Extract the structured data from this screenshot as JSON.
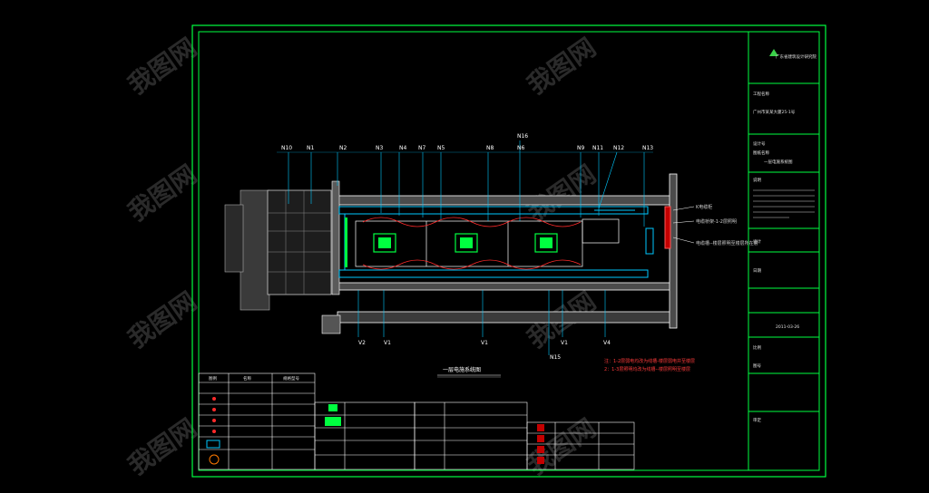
{
  "drawing": {
    "title": "一层电施系统图",
    "top_tags": [
      "N10",
      "N1",
      "N2",
      "N3",
      "N4",
      "N7",
      "N5",
      "N8",
      "N16",
      "N6",
      "N9",
      "N11",
      "N12",
      "N13"
    ],
    "bottom_tags": [
      "V2",
      "V1",
      "V1",
      "V1",
      "N15",
      "V4"
    ],
    "side_notes": [
      "K电缆柜",
      "电缆桥架-1-2层照明",
      "电缆槽--楼层照明至楼层所在层"
    ],
    "red_notes": [
      "注：1-2层弱电均改为线槽-楼层弱电井至楼层",
      "2：1-3层照明均改为线槽--楼层照明至楼层"
    ]
  },
  "titleblock": {
    "company": "广东省建筑设计研究院",
    "rows": [
      "工程名称",
      "广州市某某大厦25-1号",
      "设计号",
      "图纸名称",
      "一层电施系统图",
      "说明",
      "设计",
      "日期",
      "2011-03-26",
      "比例",
      "图号",
      "审定"
    ]
  },
  "legend": {
    "headers": [
      "图例",
      "名称",
      "规格型号"
    ],
    "rows": 8
  },
  "watermark": "我图网",
  "colors": {
    "frame": "#00ff40",
    "wall": "#ffffff",
    "pipe": "#00c8ff",
    "annotation": "#ff2a2a",
    "box": "#00ff40"
  }
}
